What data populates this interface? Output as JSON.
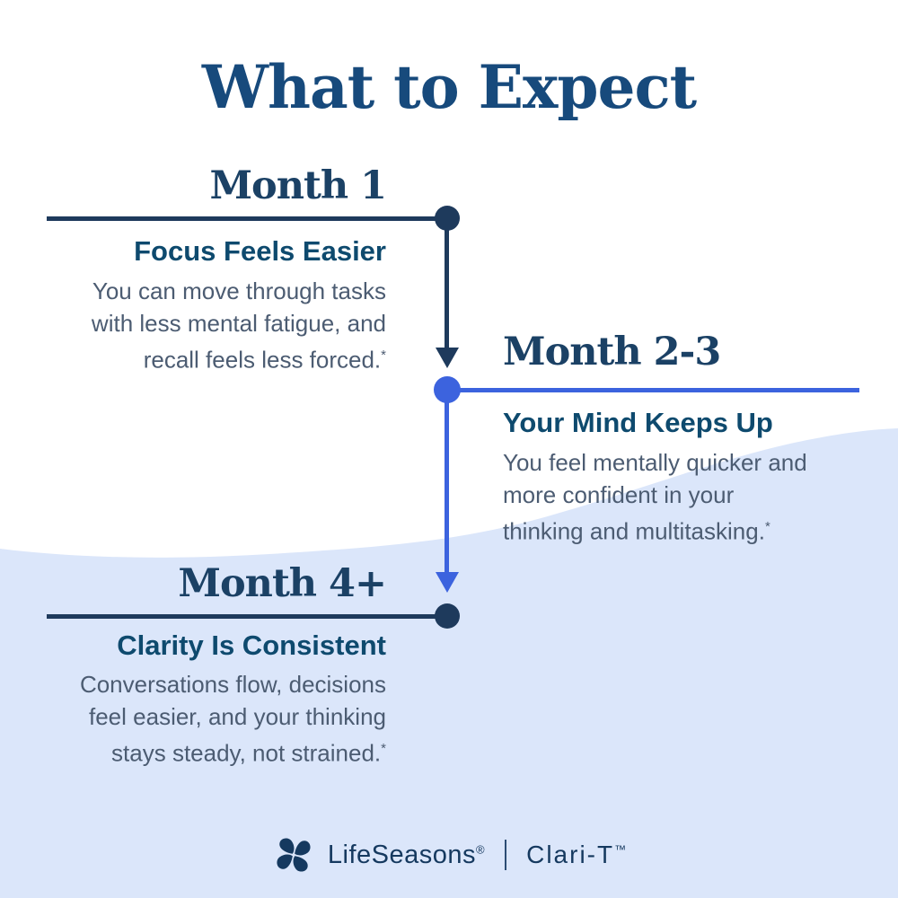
{
  "page": {
    "title": "What to Expect"
  },
  "colors": {
    "background": "#ffffff",
    "wave_background": "#dbe6fa",
    "timeline_dark": "#1e3a5c",
    "timeline_blue": "#3c63de",
    "title_text": "#174a7c",
    "month_heading_text": "#1b4165",
    "subhead_text": "#0e4a6e",
    "body_text": "#4c5c72"
  },
  "sections": [
    {
      "month": "Month 1",
      "subhead": "Focus Feels Easier",
      "body_line_1": "You can move through tasks",
      "body_line_2": "with less mental fatigue, and",
      "body_line_3": "recall feels less forced.",
      "footnote_marker": "*"
    },
    {
      "month": "Month 2-3",
      "subhead": "Your Mind Keeps Up",
      "body_line_1": "You feel mentally quicker and",
      "body_line_2": "more confident in your",
      "body_line_3": "thinking and multitasking.",
      "footnote_marker": "*"
    },
    {
      "month": "Month 4+",
      "subhead": "Clarity Is Consistent",
      "body_line_1": "Conversations flow, decisions",
      "body_line_2": "feel easier, and your thinking",
      "body_line_3": "stays steady, not strained.",
      "footnote_marker": "*"
    }
  ],
  "footer": {
    "brand": "LifeSeasons",
    "brand_mark": "®",
    "divider": "|",
    "product": "Clari-T",
    "product_mark": "™",
    "logo_icon": "lifeseasons-clover-icon"
  }
}
